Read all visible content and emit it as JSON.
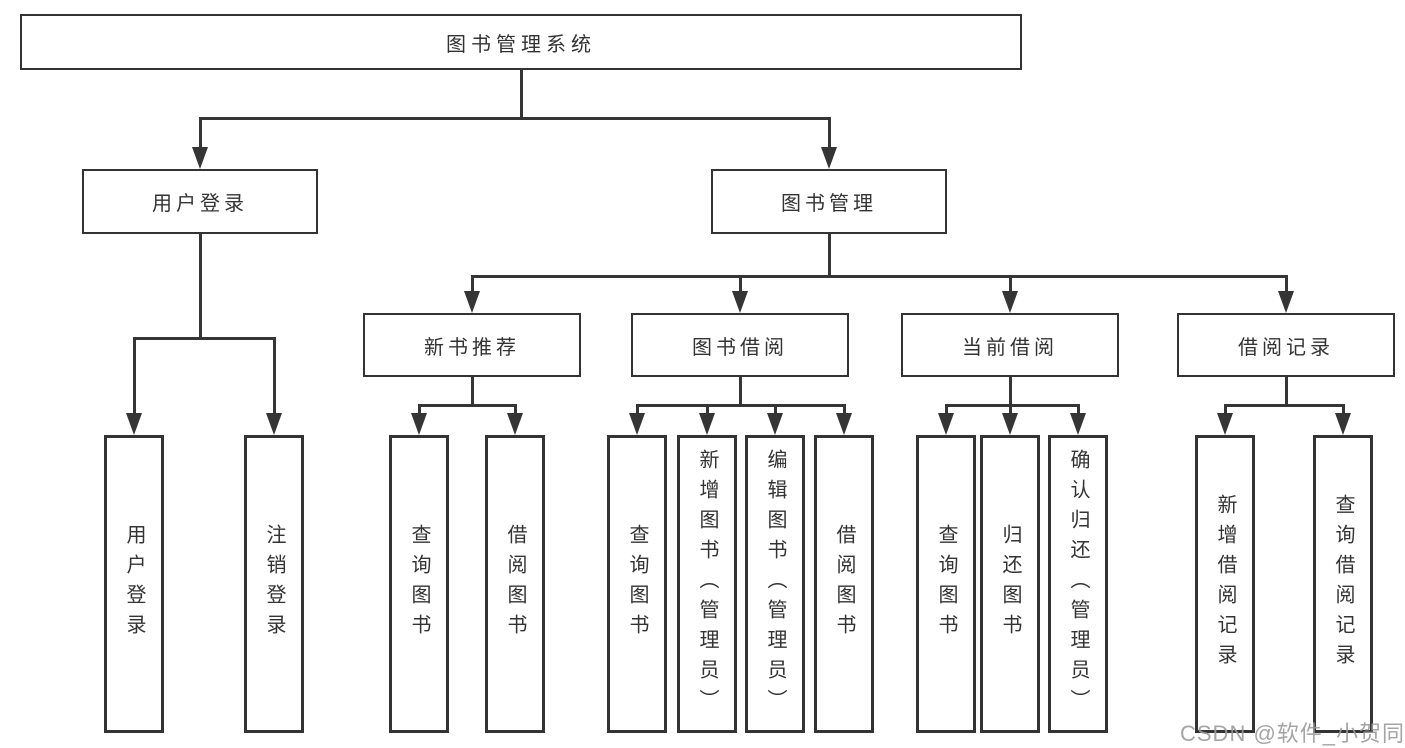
{
  "title": "图书管理系统",
  "nodes": {
    "user_login": "用户登录",
    "book_mgmt": "图书管理",
    "new_book_rec": "新书推荐",
    "book_borrow": "图书借阅",
    "current_borrow": "当前借阅",
    "borrow_records": "借阅记录"
  },
  "leaves": {
    "user_login": [
      "用户登录",
      "注销登录"
    ],
    "new_book_rec": [
      "查询图书",
      "借阅图书"
    ],
    "book_borrow": [
      "查询图书",
      "新增图书（管理员）",
      "编辑图书（管理员）",
      "借阅图书"
    ],
    "current_borrow": [
      "查询图书",
      "归还图书",
      "确认归还（管理员）"
    ],
    "borrow_records": [
      "新增借阅记录",
      "查询借阅记录"
    ]
  },
  "watermark": "CSDN @软件_小贺同学",
  "colors": {
    "line": "#353535",
    "border": "#333333",
    "text": "#333333",
    "watermark": "#9b9b9b"
  }
}
